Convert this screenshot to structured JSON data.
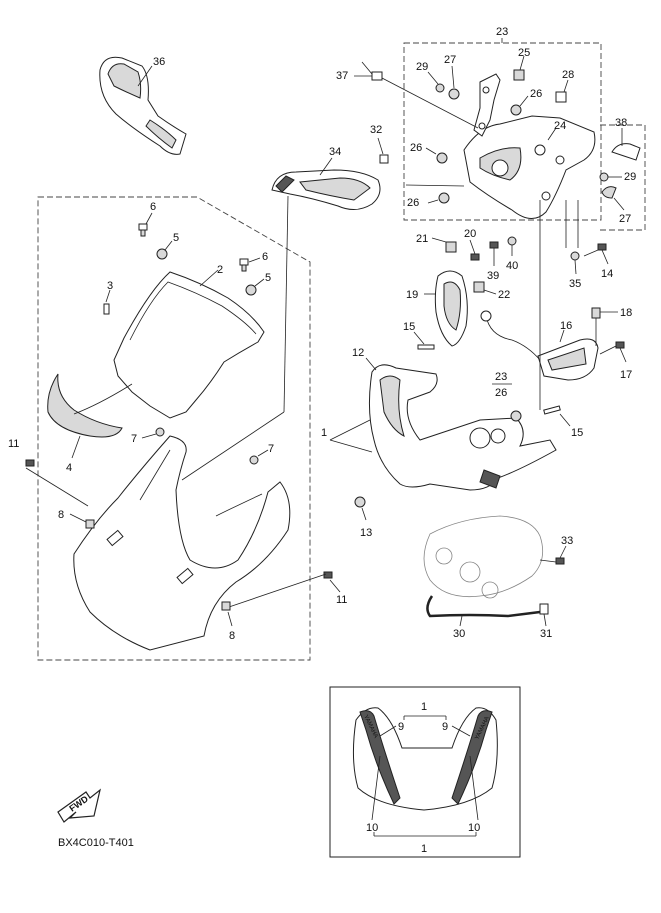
{
  "diagram": {
    "code": "BX4C010-T401",
    "fwd_label": "FWD",
    "brand_text": "YAMAHA",
    "callouts": {
      "p1": "1",
      "p2": "2",
      "p3": "3",
      "p4": "4",
      "p5a": "5",
      "p5b": "5",
      "p6a": "6",
      "p6b": "6",
      "p7a": "7",
      "p7b": "7",
      "p8a": "8",
      "p8b": "8",
      "p11a": "11",
      "p11b": "11",
      "p12": "12",
      "p13": "13",
      "p14": "14",
      "p15a": "15",
      "p15b": "15",
      "p16": "16",
      "p17": "17",
      "p18": "18",
      "p19": "19",
      "p20": "20",
      "p21": "21",
      "p22": "22",
      "p23a": "23",
      "p23b": "23",
      "p24": "24",
      "p25": "25",
      "p26a": "26",
      "p26b": "26",
      "p26c": "26",
      "p26d": "26",
      "p27a": "27",
      "p27b": "27",
      "p28": "28",
      "p29a": "29",
      "p29b": "29",
      "p30": "30",
      "p31": "31",
      "p32": "32",
      "p33": "33",
      "p34": "34",
      "p35": "35",
      "p36": "36",
      "p37": "37",
      "p38": "38",
      "p39": "39",
      "p40": "40",
      "inset1a": "1",
      "inset1b": "1",
      "inset9a": "9",
      "inset9b": "9",
      "inset10a": "10",
      "inset10b": "10"
    }
  }
}
